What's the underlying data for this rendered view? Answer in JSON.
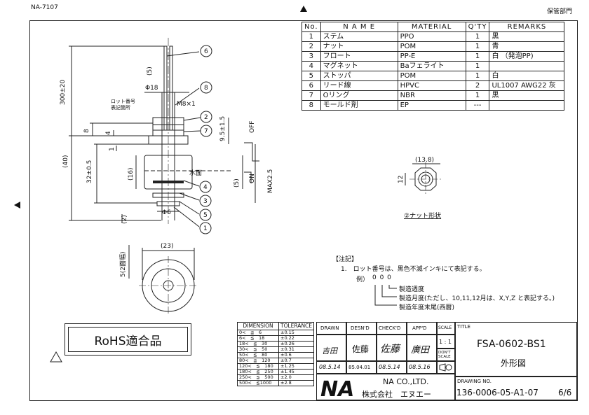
{
  "header": {
    "doc_code": "NA-7107",
    "storage_label": "保管部門"
  },
  "parts_table": {
    "headers": [
      "No.",
      "N A M E",
      "MATERIAL",
      "Q'TY",
      "REMARKS"
    ],
    "rows": [
      {
        "no": "1",
        "name": "ステム",
        "material": "PPO",
        "qty": "1",
        "remarks": "黒"
      },
      {
        "no": "2",
        "name": "ナット",
        "material": "POM",
        "qty": "1",
        "remarks": "青"
      },
      {
        "no": "3",
        "name": "フロート",
        "material": "PP-E",
        "qty": "1",
        "remarks": "白 （発泡PP)"
      },
      {
        "no": "4",
        "name": "マグネット",
        "material": "Baフェライト",
        "qty": "1",
        "remarks": ""
      },
      {
        "no": "5",
        "name": "ストッパ",
        "material": "POM",
        "qty": "1",
        "remarks": "白"
      },
      {
        "no": "6",
        "name": "リード線",
        "material": "HPVC",
        "qty": "2",
        "remarks": "UL1007 AWG22 灰"
      },
      {
        "no": "7",
        "name": "Oリング",
        "material": "NBR",
        "qty": "1",
        "remarks": "黒"
      },
      {
        "no": "8",
        "name": "モールド剤",
        "material": "EP",
        "qty": "---",
        "remarks": ""
      }
    ]
  },
  "drawing": {
    "dim_300": "300±20",
    "dim_5": "(5)",
    "dim_phi18": "Φ18",
    "lot_label_1": "ロット番号",
    "lot_label_2": "表記箇所",
    "dim_m8": "M8×1",
    "dim_8": "8",
    "dim_4": "4",
    "dim_40": "(40)",
    "dim_32": "32±0.5",
    "dim_1": "1",
    "dim_16": "(16)",
    "dim_2": "(2)",
    "dim_phi6": "Φ6",
    "dim_9_5": "9.5±1.5",
    "off_label": "OFF",
    "on_label": "ON",
    "dim_5b": "(5)",
    "dim_max": "MAX2.5",
    "water_label": "水面",
    "callouts": [
      "6",
      "8",
      "2",
      "7",
      "4",
      "3",
      "5",
      "1"
    ],
    "dim_23": "(23)",
    "dim_width": "5(2面幅)",
    "dim_13_8": "(13.8)",
    "dim_12": "12",
    "nut_label": "②ナット形状"
  },
  "notes": {
    "title": "【注記】",
    "item_1": "1.　ロット番号は、黒色不滅インキにて表記する。",
    "example": "例）",
    "digits": "0 0 0",
    "desc_1": "製造週度",
    "desc_2": "製造月度(ただし、10,11,12月は、X,Y,Z と表記する。)",
    "desc_3": "製造年度末尾(西暦)"
  },
  "rohs_label": "RoHS適合品",
  "tolerance": {
    "headers": [
      "DIMENSION",
      "TOLERANCE"
    ],
    "rows": [
      {
        "range": "0<　≦　6",
        "tol": "±0.15"
      },
      {
        "range": "6<　≦　18",
        "tol": "±0.22"
      },
      {
        "range": "18<　≦　30",
        "tol": "±0.26"
      },
      {
        "range": "30<　≦　50",
        "tol": "±0.31"
      },
      {
        "range": "50<　≦　80",
        "tol": "±0.6"
      },
      {
        "range": "80<　≦　120",
        "tol": "±0.7"
      },
      {
        "range": "120<　≦　180",
        "tol": "±1.25"
      },
      {
        "range": "180<　≦　250",
        "tol": "±1.45"
      },
      {
        "range": "250<　≦　500",
        "tol": "±2.0"
      },
      {
        "range": "500<　≦1000",
        "tol": "±2.8"
      }
    ]
  },
  "title_block": {
    "drawn_label": "DRAWN",
    "desnd_label": "DESN'D",
    "checkd_label": "CHECK'D",
    "appd_label": "APP'D",
    "scale_label": "SCALE",
    "scale_value": "1 : 1",
    "dont_scale": "DON'T SCALE",
    "drawn_name": "吉田",
    "desnd_name": "佐藤",
    "checkd_name": "佐藤",
    "appd_name": "廣田",
    "drawn_date": "08.5.14",
    "desnd_date": "85.04.01",
    "checkd_date": "08.5.14",
    "appd_date": "08.5.16",
    "company_en": "NA CO.,LTD.",
    "company_jp": "株式会社　エヌエー",
    "logo": "NA",
    "title_label": "TITLE",
    "part_no": "FSA-0602-BS1",
    "drawing_kind": "外形図",
    "drawing_no_label": "DRAWING NO.",
    "drawing_no": "136-0006-05-A1-07",
    "sheet": "6/6"
  }
}
